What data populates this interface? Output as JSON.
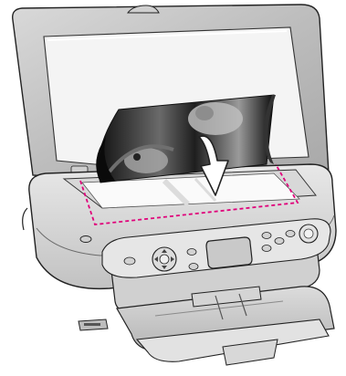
{
  "illustration": {
    "subject": "printer-scanner-lid-open-photo-placement",
    "colors": {
      "body_light": "#e9e9e9",
      "body_mid": "#cfcfcf",
      "body_dark": "#9a9a9a",
      "outline": "#222222",
      "glass": "#f7f7f7",
      "guide_line": "#e0007a",
      "arrow_fill": "#ffffff",
      "screen": "#c9c9c9"
    },
    "elements": [
      "scanner-lid",
      "document-mat",
      "photo-print",
      "placement-arrow",
      "scanner-glass",
      "placement-guide",
      "control-panel",
      "lcd-screen",
      "navigation-pad",
      "power-button",
      "memory-card-slot",
      "output-tray",
      "paper-support"
    ]
  }
}
